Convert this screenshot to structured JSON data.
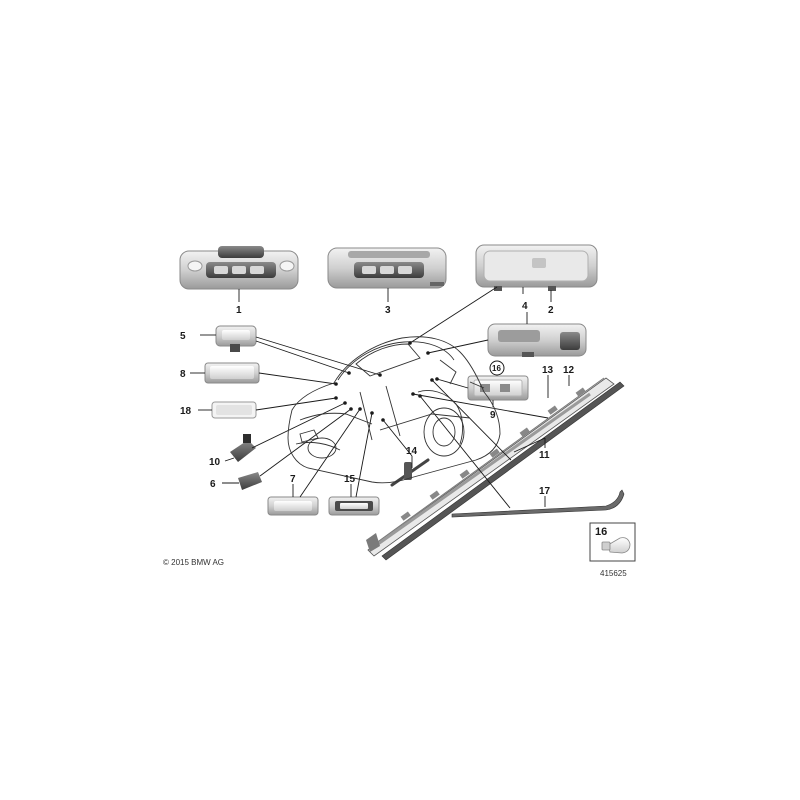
{
  "callouts": {
    "c1": "1",
    "c2": "2",
    "c3": "3",
    "c4": "4",
    "c5": "5",
    "c6": "6",
    "c7": "7",
    "c8": "8",
    "c9": "9",
    "c10": "10",
    "c11": "11",
    "c12": "12",
    "c13": "13",
    "c14": "14",
    "c15": "15",
    "c16": "16",
    "c17": "17",
    "c18": "18",
    "c16_badge": "16"
  },
  "copyright": "© 2015 BMW AG",
  "diagram_number": "415625",
  "colors": {
    "part_light": "#e6e6e6",
    "part_mid": "#bdbdbd",
    "part_dark": "#5a5a5a",
    "line": "#1a1a1a"
  }
}
